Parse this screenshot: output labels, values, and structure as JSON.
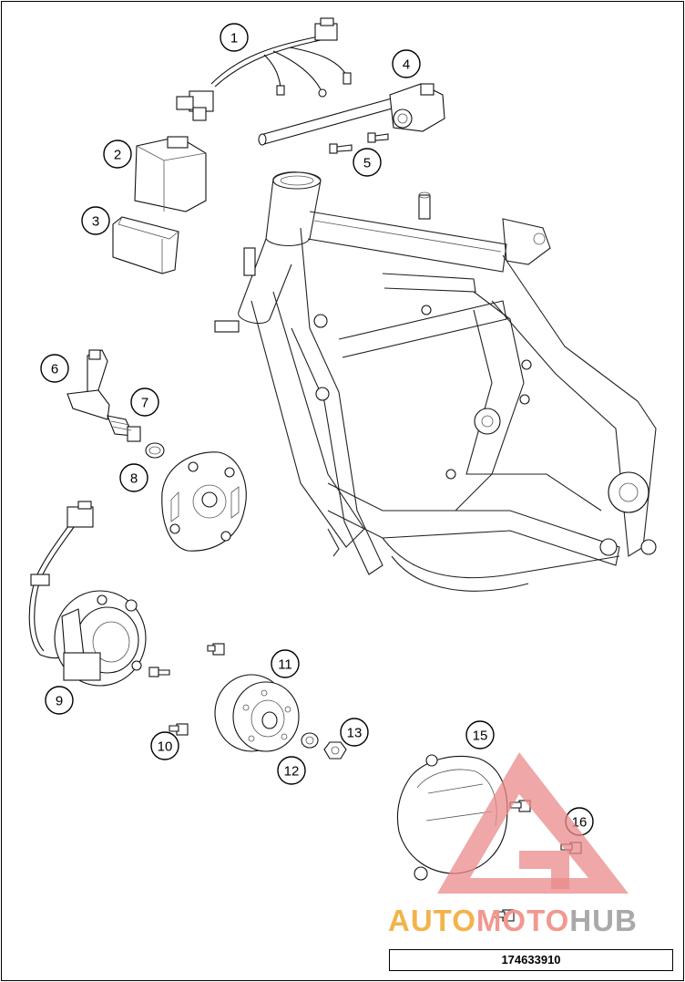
{
  "callouts": [
    {
      "label": "1"
    },
    {
      "label": "2"
    },
    {
      "label": "3"
    },
    {
      "label": "4"
    },
    {
      "label": "5"
    },
    {
      "label": "6"
    },
    {
      "label": "7"
    },
    {
      "label": "8"
    },
    {
      "label": "9"
    },
    {
      "label": "10"
    },
    {
      "label": "11"
    },
    {
      "label": "12"
    },
    {
      "label": "13"
    },
    {
      "label": "15"
    },
    {
      "label": "16"
    }
  ],
  "diagram_code": "174633910",
  "watermark": {
    "part1": "AUTO",
    "part2": "MOTO",
    "part3": "HUB",
    "colors": {
      "auto": "#f2b44a",
      "moto": "#f1988f",
      "hub": "#a9a9a9",
      "logo": "#e98a8a"
    }
  }
}
